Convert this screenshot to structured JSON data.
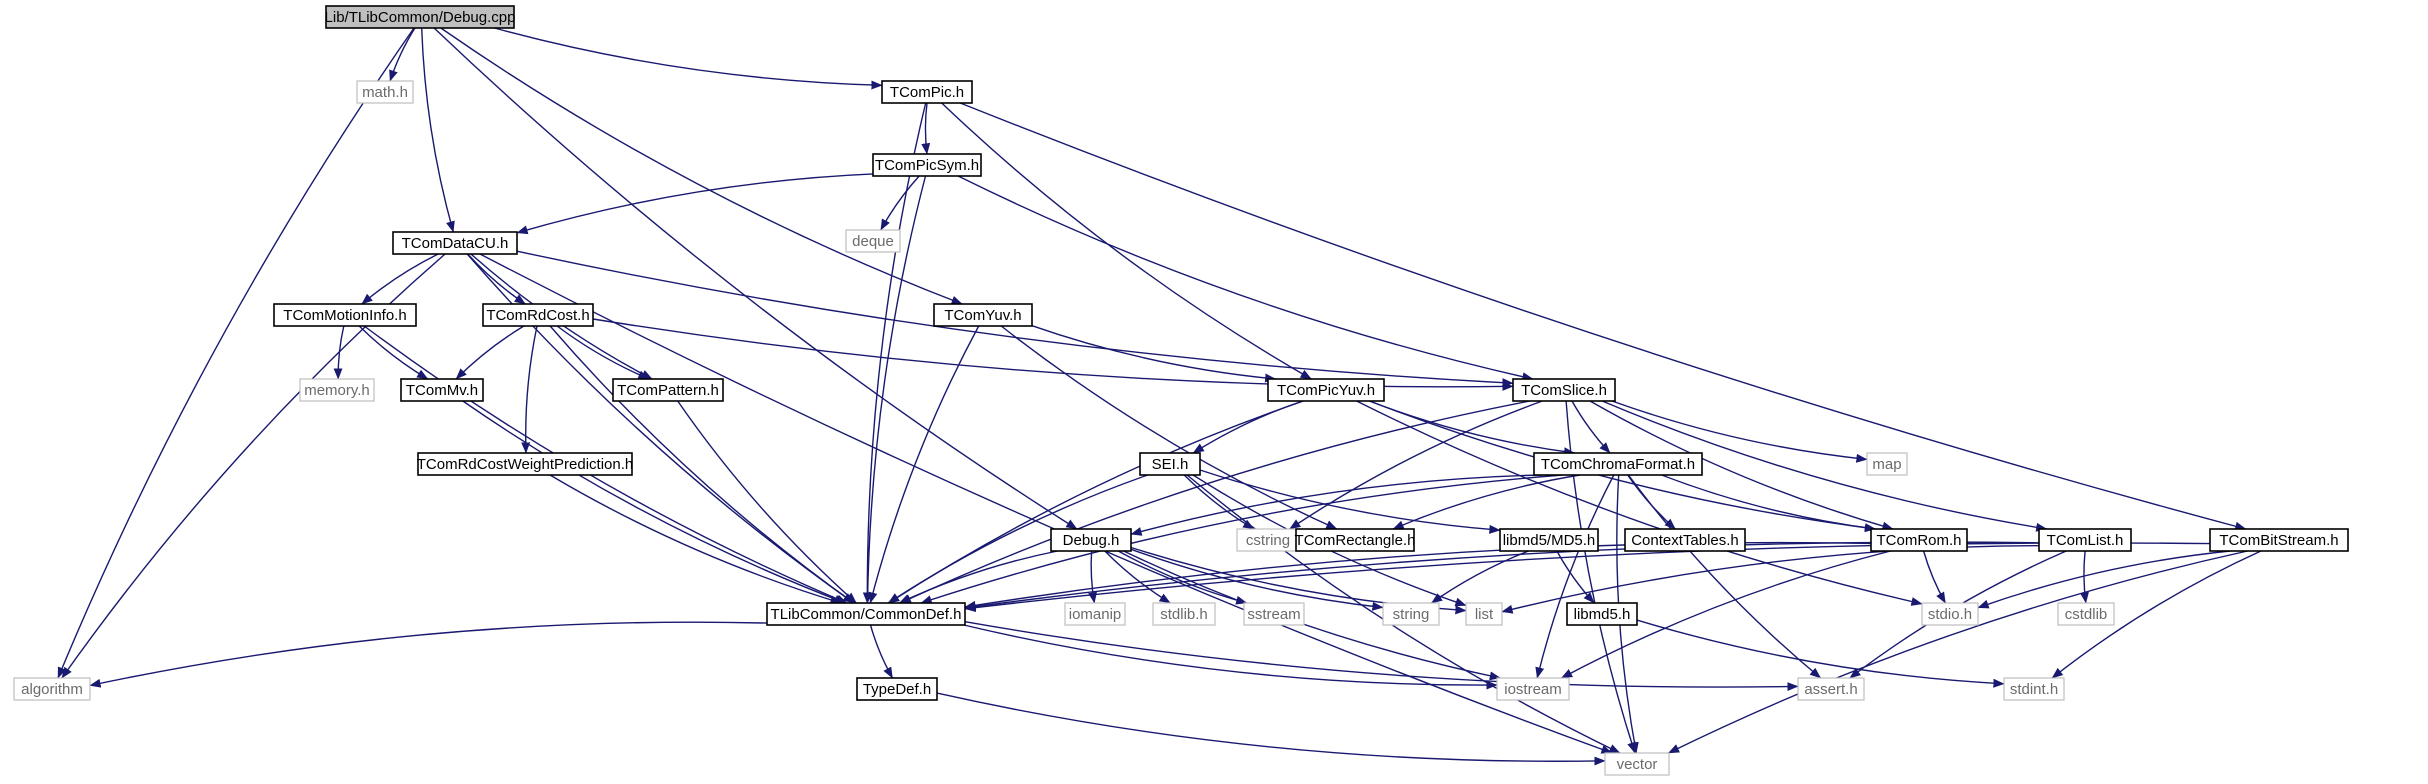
{
  "graph": {
    "root": "Lib/TLibCommon/Debug.cpp",
    "colors": {
      "edge": "#191970",
      "root_fill": "#bfbfbf",
      "project_border": "#000000",
      "system_border": "#bfbfbf",
      "system_text": "#6b6b6b"
    },
    "nodes": [
      {
        "id": "debug_cpp",
        "label": "Lib/TLibCommon/Debug.cpp",
        "kind": "root"
      },
      {
        "id": "math_h",
        "label": "math.h",
        "kind": "system"
      },
      {
        "id": "tcompic",
        "label": "TComPic.h",
        "kind": "project"
      },
      {
        "id": "tcompicsym",
        "label": "TComPicSym.h",
        "kind": "project"
      },
      {
        "id": "deque",
        "label": "deque",
        "kind": "system"
      },
      {
        "id": "tcomdatacu",
        "label": "TComDataCU.h",
        "kind": "project"
      },
      {
        "id": "tcommotioninfo",
        "label": "TComMotionInfo.h",
        "kind": "project"
      },
      {
        "id": "tcomrdcost",
        "label": "TComRdCost.h",
        "kind": "project"
      },
      {
        "id": "tcomyuv",
        "label": "TComYuv.h",
        "kind": "project"
      },
      {
        "id": "memory_h",
        "label": "memory.h",
        "kind": "system"
      },
      {
        "id": "tcommv",
        "label": "TComMv.h",
        "kind": "project"
      },
      {
        "id": "tcompattern",
        "label": "TComPattern.h",
        "kind": "project"
      },
      {
        "id": "tcompicyuv",
        "label": "TComPicYuv.h",
        "kind": "project"
      },
      {
        "id": "tcomslice",
        "label": "TComSlice.h",
        "kind": "project"
      },
      {
        "id": "map",
        "label": "map",
        "kind": "system"
      },
      {
        "id": "tcomrdcostwp",
        "label": "TComRdCostWeightPrediction.h",
        "kind": "project"
      },
      {
        "id": "sei",
        "label": "SEI.h",
        "kind": "project"
      },
      {
        "id": "tcomchroma",
        "label": "TComChromaFormat.h",
        "kind": "project"
      },
      {
        "id": "cstring",
        "label": "cstring",
        "kind": "system"
      },
      {
        "id": "tcomrect",
        "label": "TComRectangle.h",
        "kind": "project"
      },
      {
        "id": "libmd5md5",
        "label": "libmd5/MD5.h",
        "kind": "project"
      },
      {
        "id": "contexttables",
        "label": "ContextTables.h",
        "kind": "project"
      },
      {
        "id": "tcomrom",
        "label": "TComRom.h",
        "kind": "project"
      },
      {
        "id": "tcomlist",
        "label": "TComList.h",
        "kind": "project"
      },
      {
        "id": "tcombitstream",
        "label": "TComBitStream.h",
        "kind": "project"
      },
      {
        "id": "debug_h",
        "label": "Debug.h",
        "kind": "project"
      },
      {
        "id": "commondef",
        "label": "TLibCommon/CommonDef.h",
        "kind": "project"
      },
      {
        "id": "iomanip",
        "label": "iomanip",
        "kind": "system"
      },
      {
        "id": "stdlib",
        "label": "stdlib.h",
        "kind": "system"
      },
      {
        "id": "sstream",
        "label": "sstream",
        "kind": "system"
      },
      {
        "id": "string",
        "label": "string",
        "kind": "system"
      },
      {
        "id": "list",
        "label": "list",
        "kind": "system"
      },
      {
        "id": "libmd5",
        "label": "libmd5.h",
        "kind": "project"
      },
      {
        "id": "stdio",
        "label": "stdio.h",
        "kind": "system"
      },
      {
        "id": "cstdlib",
        "label": "cstdlib",
        "kind": "system"
      },
      {
        "id": "algorithm",
        "label": "algorithm",
        "kind": "system"
      },
      {
        "id": "typedef",
        "label": "TypeDef.h",
        "kind": "project"
      },
      {
        "id": "iostream",
        "label": "iostream",
        "kind": "system"
      },
      {
        "id": "assert",
        "label": "assert.h",
        "kind": "system"
      },
      {
        "id": "stdint",
        "label": "stdint.h",
        "kind": "system"
      },
      {
        "id": "vector",
        "label": "vector",
        "kind": "system"
      }
    ],
    "edges": [
      [
        "debug_cpp",
        "math_h"
      ],
      [
        "debug_cpp",
        "tcompic"
      ],
      [
        "debug_cpp",
        "tcomdatacu"
      ],
      [
        "debug_cpp",
        "tcomyuv"
      ],
      [
        "debug_cpp",
        "debug_h"
      ],
      [
        "debug_cpp",
        "algorithm"
      ],
      [
        "tcompic",
        "tcompicsym"
      ],
      [
        "tcompic",
        "tcompicyuv"
      ],
      [
        "tcompic",
        "commondef"
      ],
      [
        "tcompic",
        "tcombitstream"
      ],
      [
        "tcompicsym",
        "tcomdatacu"
      ],
      [
        "tcompicsym",
        "deque"
      ],
      [
        "tcompicsym",
        "tcomslice"
      ],
      [
        "tcompicsym",
        "commondef"
      ],
      [
        "tcomdatacu",
        "tcommotioninfo"
      ],
      [
        "tcomdatacu",
        "tcomrdcost"
      ],
      [
        "tcomdatacu",
        "tcompattern"
      ],
      [
        "tcomdatacu",
        "tcomslice"
      ],
      [
        "tcomdatacu",
        "commondef"
      ],
      [
        "tcomdatacu",
        "algorithm"
      ],
      [
        "tcomdatacu",
        "vector"
      ],
      [
        "tcommotioninfo",
        "memory_h"
      ],
      [
        "tcommotioninfo",
        "tcommv"
      ],
      [
        "tcommotioninfo",
        "commondef"
      ],
      [
        "tcomrdcost",
        "tcommv"
      ],
      [
        "tcomrdcost",
        "tcompattern"
      ],
      [
        "tcomrdcost",
        "tcomrdcostwp"
      ],
      [
        "tcomrdcost",
        "tcomslice"
      ],
      [
        "tcomrdcost",
        "commondef"
      ],
      [
        "tcomyuv",
        "tcompicyuv"
      ],
      [
        "tcomyuv",
        "commondef"
      ],
      [
        "tcomyuv",
        "tcomrect"
      ],
      [
        "tcommv",
        "commondef"
      ],
      [
        "tcompattern",
        "commondef"
      ],
      [
        "tcomrdcostwp",
        "commondef"
      ],
      [
        "tcompicyuv",
        "sei"
      ],
      [
        "tcompicyuv",
        "tcomchroma"
      ],
      [
        "tcompicyuv",
        "commondef"
      ],
      [
        "tcompicyuv",
        "tcomrom"
      ],
      [
        "tcompicyuv",
        "stdio"
      ],
      [
        "tcomslice",
        "map"
      ],
      [
        "tcomslice",
        "tcomchroma"
      ],
      [
        "tcomslice",
        "cstring"
      ],
      [
        "tcomslice",
        "tcomlist"
      ],
      [
        "tcomslice",
        "tcomrom"
      ],
      [
        "tcomslice",
        "commondef"
      ],
      [
        "tcomslice",
        "vector"
      ],
      [
        "sei",
        "cstring"
      ],
      [
        "sei",
        "libmd5md5"
      ],
      [
        "sei",
        "commondef"
      ],
      [
        "sei",
        "list"
      ],
      [
        "sei",
        "vector"
      ],
      [
        "tcomchroma",
        "debug_h"
      ],
      [
        "tcomchroma",
        "tcomrect"
      ],
      [
        "tcomchroma",
        "contexttables"
      ],
      [
        "tcomchroma",
        "tcomrom"
      ],
      [
        "tcomchroma",
        "commondef"
      ],
      [
        "tcomchroma",
        "iostream"
      ],
      [
        "tcomchroma",
        "assert"
      ],
      [
        "tcomchroma",
        "vector"
      ],
      [
        "libmd5md5",
        "libmd5"
      ],
      [
        "libmd5md5",
        "string"
      ],
      [
        "tcomrom",
        "commondef"
      ],
      [
        "tcomrom",
        "stdio"
      ],
      [
        "tcomrom",
        "iostream"
      ],
      [
        "tcomlist",
        "commondef"
      ],
      [
        "tcomlist",
        "list"
      ],
      [
        "tcomlist",
        "assert"
      ],
      [
        "tcomlist",
        "cstdlib"
      ],
      [
        "tcombitstream",
        "commondef"
      ],
      [
        "tcombitstream",
        "stdio"
      ],
      [
        "tcombitstream",
        "stdint"
      ],
      [
        "tcombitstream",
        "vector"
      ],
      [
        "debug_h",
        "commondef"
      ],
      [
        "debug_h",
        "iomanip"
      ],
      [
        "debug_h",
        "stdlib"
      ],
      [
        "debug_h",
        "sstream"
      ],
      [
        "debug_h",
        "string"
      ],
      [
        "debug_h",
        "list"
      ],
      [
        "debug_h",
        "iostream"
      ],
      [
        "commondef",
        "algorithm"
      ],
      [
        "commondef",
        "typedef"
      ],
      [
        "commondef",
        "iostream"
      ],
      [
        "commondef",
        "assert"
      ],
      [
        "libmd5",
        "stdint"
      ],
      [
        "typedef",
        "vector"
      ]
    ]
  }
}
